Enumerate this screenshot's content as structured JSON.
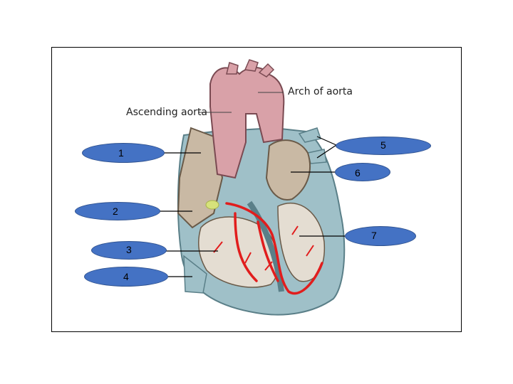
{
  "annotations": {
    "arch_of_aorta": "Arch of  aorta",
    "ascending_aorta": "Ascending aorta"
  },
  "labels": [
    "1",
    "2",
    "3",
    "4",
    "5",
    "6",
    "7"
  ],
  "colors": {
    "label_fill": "#4472c4",
    "label_border": "#2f528f",
    "aorta": "#d9a1a8",
    "atria": "#c9b9a4",
    "myocardium": "#9fc0c8",
    "conduction": "#e11d1d"
  }
}
